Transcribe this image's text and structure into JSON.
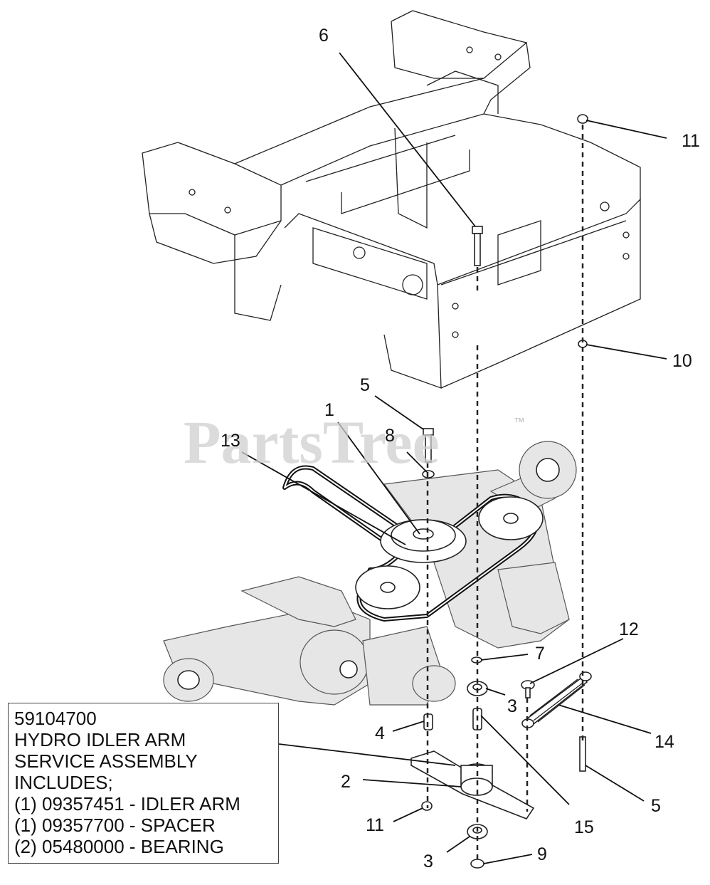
{
  "watermark": {
    "text": "PartsTree",
    "mark": "™"
  },
  "callouts": [
    {
      "id": "c6",
      "text": "6"
    },
    {
      "id": "c11a",
      "text": "11"
    },
    {
      "id": "c10",
      "text": "10"
    },
    {
      "id": "c5a",
      "text": "5"
    },
    {
      "id": "c1",
      "text": "1"
    },
    {
      "id": "c8",
      "text": "8"
    },
    {
      "id": "c13",
      "text": "13"
    },
    {
      "id": "c12",
      "text": "12"
    },
    {
      "id": "c7",
      "text": "7"
    },
    {
      "id": "c3a",
      "text": "3"
    },
    {
      "id": "c4",
      "text": "4"
    },
    {
      "id": "c14",
      "text": "14"
    },
    {
      "id": "c2",
      "text": "2"
    },
    {
      "id": "c5b",
      "text": "5"
    },
    {
      "id": "c11b",
      "text": "11"
    },
    {
      "id": "c15",
      "text": "15"
    },
    {
      "id": "c3b",
      "text": "3"
    },
    {
      "id": "c9",
      "text": "9"
    }
  ],
  "note": {
    "lines": [
      "59104700",
      "HYDRO IDLER ARM",
      "SERVICE ASSEMBLY",
      "INCLUDES;",
      "(1) 09357451 - IDLER ARM",
      "(1) 09357700 - SPACER",
      "(2) 05480000 - BEARING"
    ]
  }
}
